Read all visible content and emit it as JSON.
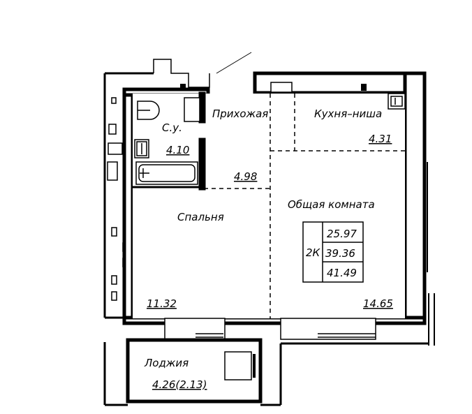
{
  "rooms": {
    "bathroom": {
      "name": "С.у.",
      "area": "4.10"
    },
    "hallway": {
      "name": "Прихожая",
      "area": "4.98"
    },
    "kitchen_niche": {
      "name": "Кухня–ниша",
      "area": "4.31"
    },
    "bedroom": {
      "name": "Спальня",
      "area": "11.32"
    },
    "living_room": {
      "name": "Общая комната",
      "area": "14.65"
    },
    "loggia": {
      "name": "Лоджия",
      "area": "4.26(2.13)"
    }
  },
  "summary": {
    "type": "2К",
    "living_area": "25.97",
    "total_area": "39.36",
    "total_with_loggia": "41.49"
  }
}
